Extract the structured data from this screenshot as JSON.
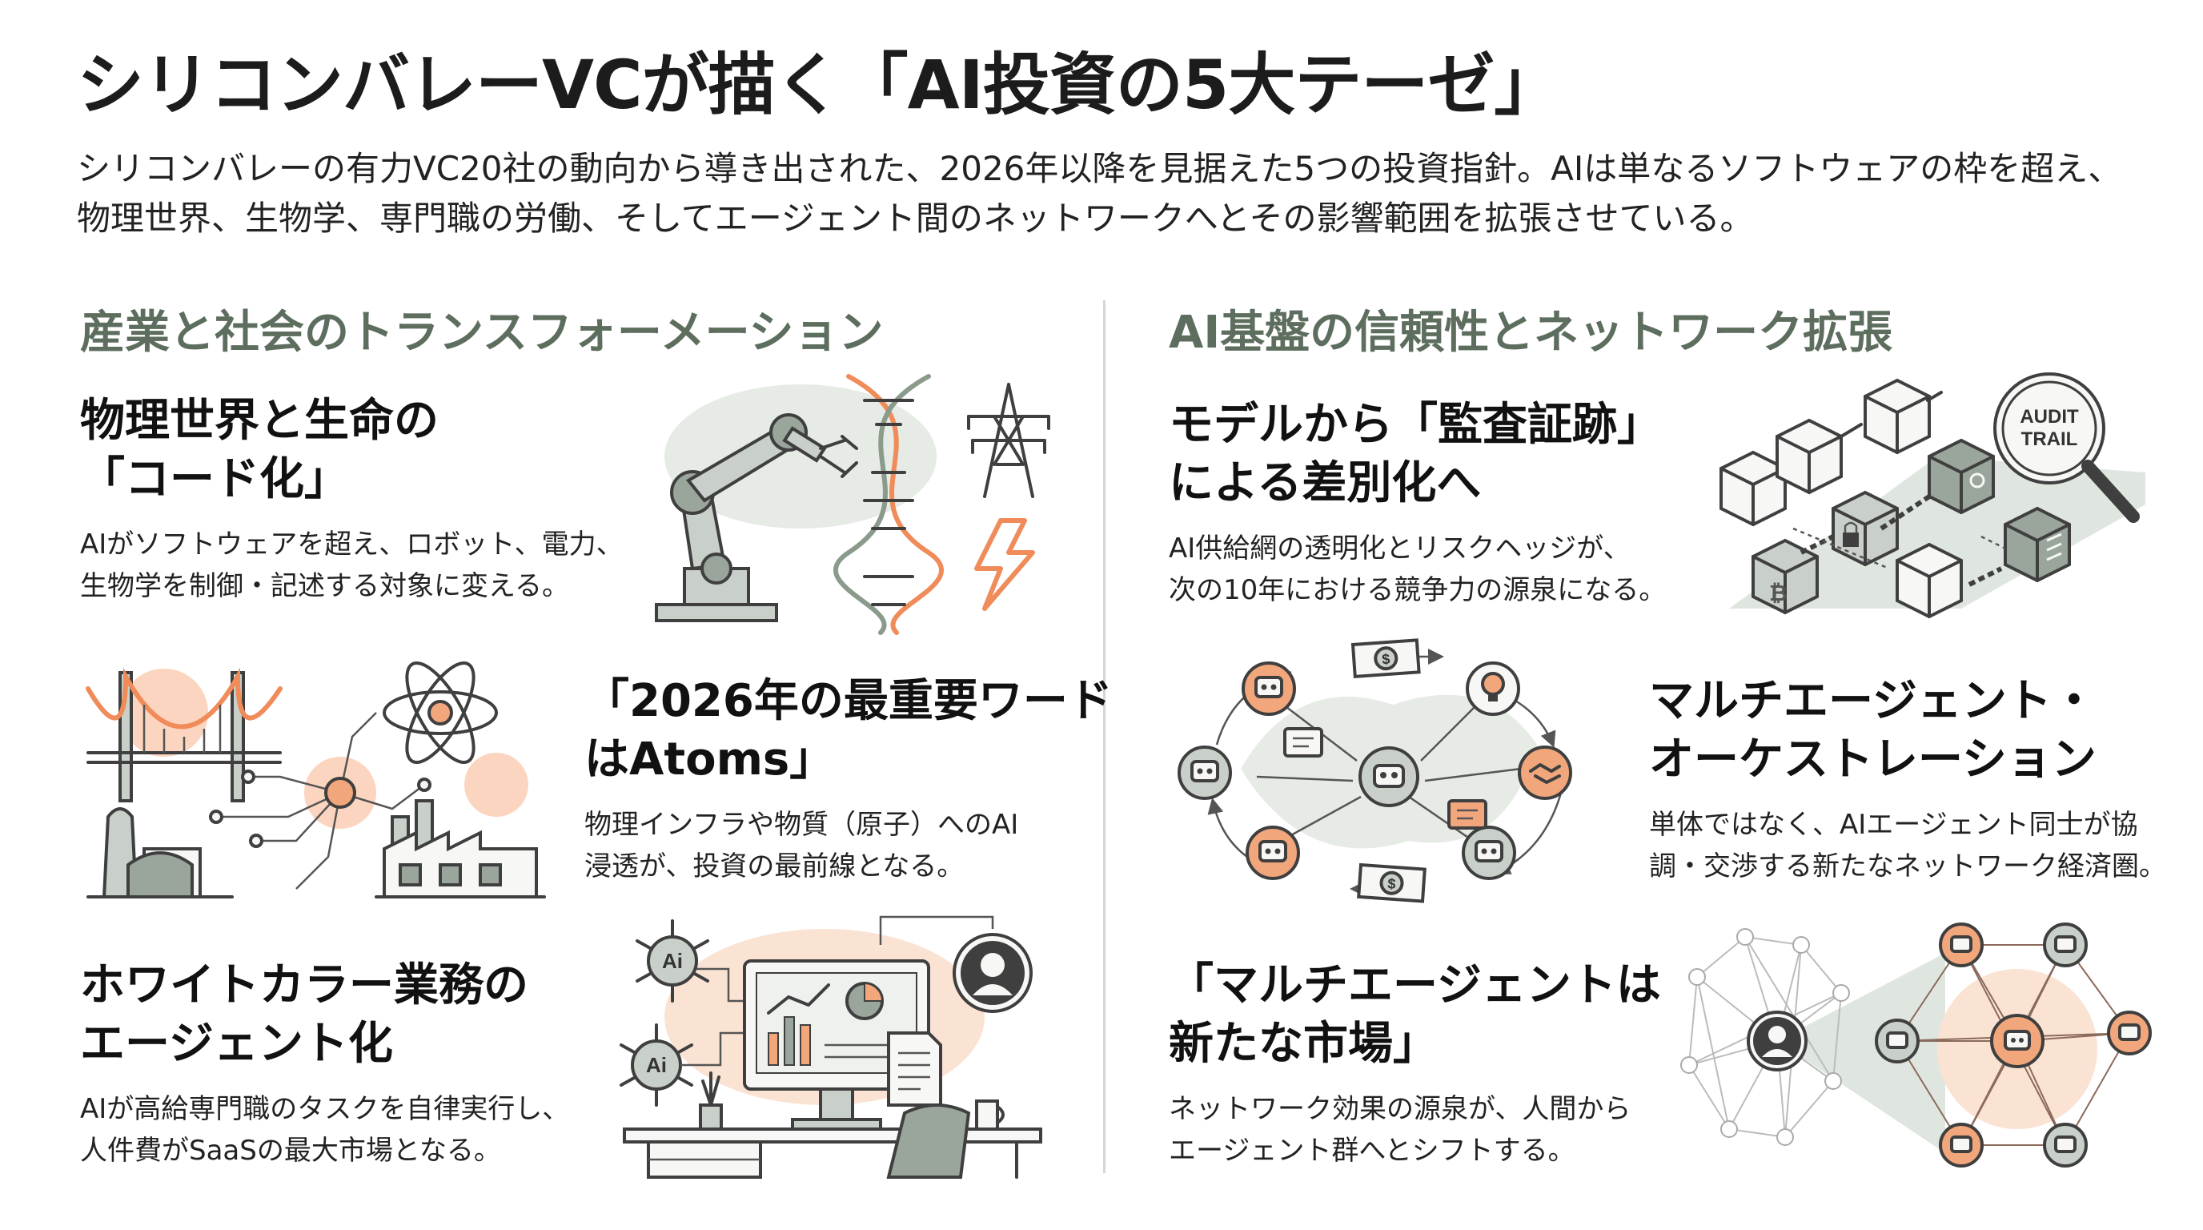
{
  "header": {
    "title": "シリコンバレーVCが描く「AI投資の5大テーゼ」",
    "subtitle_line1": "シリコンバレーの有力VC20社の動向から導き出された、2026年以降を見据えた5つの投資指針。AIは単なるソフトウェアの枠を超え、",
    "subtitle_line2": "物理世界、生物学、専門職の労働、そしてエージェント間のネットワークへとその影響範囲を拡張させている。"
  },
  "left_section": {
    "title": "産業と社会のトランスフォーメーション",
    "items": [
      {
        "heading_line1": "物理世界と生命の",
        "heading_line2": "「コード化」",
        "desc_line1": "AIがソフトウェアを超え、ロボット、電力、",
        "desc_line2": "生物学を制御・記述する対象に変える。"
      },
      {
        "heading_line1": "「2026年の最重要ワード",
        "heading_line2": "はAtoms」",
        "desc_line1": "物理インフラや物質（原子）へのAI",
        "desc_line2": "浸透が、投資の最前線となる。"
      },
      {
        "heading_line1": "ホワイトカラー業務の",
        "heading_line2": "エージェント化",
        "desc_line1": "AIが高給専門職のタスクを自律実行し、",
        "desc_line2": "人件費がSaaSの最大市場となる。"
      }
    ]
  },
  "right_section": {
    "title": "AI基盤の信頼性とネットワーク拡張",
    "items": [
      {
        "heading_line1": "モデルから「監査証跡」",
        "heading_line2": "による差別化へ",
        "desc_line1": "AI供給網の透明化とリスクヘッジが、",
        "desc_line2": "次の10年における競争力の源泉になる。"
      },
      {
        "heading_line1": "マルチエージェント・",
        "heading_line2": "オーケストレーション",
        "desc_line1": "単体ではなく、AIエージェント同士が協",
        "desc_line2": "調・交渉する新たなネットワーク経済圏。"
      },
      {
        "heading_line1": "「マルチエージェントは",
        "heading_line2": "新たな市場」",
        "desc_line1": "ネットワーク効果の源泉が、人間から",
        "desc_line2": "エージェント群へとシフトする。"
      }
    ]
  },
  "illustration_text": {
    "audit_line1": "AUDIT",
    "audit_line2": "TRAIL",
    "ai_chip": "Ai",
    "currency": "$"
  },
  "colors": {
    "accent_orange": "#f1a67c",
    "accent_green": "#5d6e5e",
    "divider": "#d6d6d6"
  }
}
